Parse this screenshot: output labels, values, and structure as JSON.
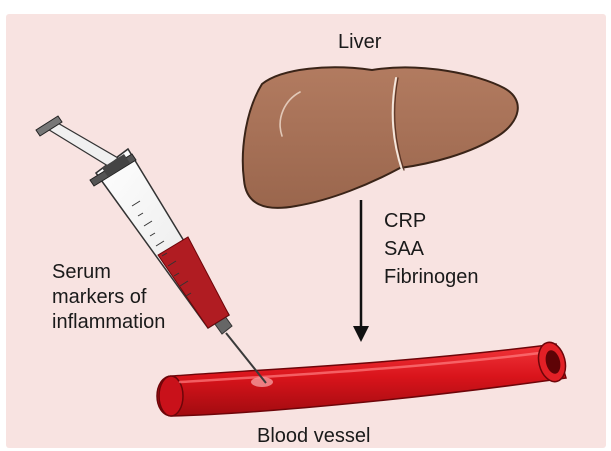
{
  "diagram": {
    "liver_label": "Liver",
    "secreted_proteins": [
      "CRP",
      "SAA",
      "Fibrinogen"
    ],
    "serum_label_lines": [
      "Serum",
      "markers of",
      "inflammation"
    ],
    "vessel_label": "Blood vessel"
  },
  "colors": {
    "background": "#f8e3e1",
    "liver": "#a57056",
    "liver_outline": "#3a2418",
    "vessel": "#d9141b",
    "vessel_dark": "#8c070c",
    "syringe_fluid": "#b01c22",
    "text": "#1a1a1a"
  },
  "icons": [
    "liver-illustration",
    "syringe-icon",
    "blood-vessel-illustration",
    "down-arrow-icon"
  ]
}
